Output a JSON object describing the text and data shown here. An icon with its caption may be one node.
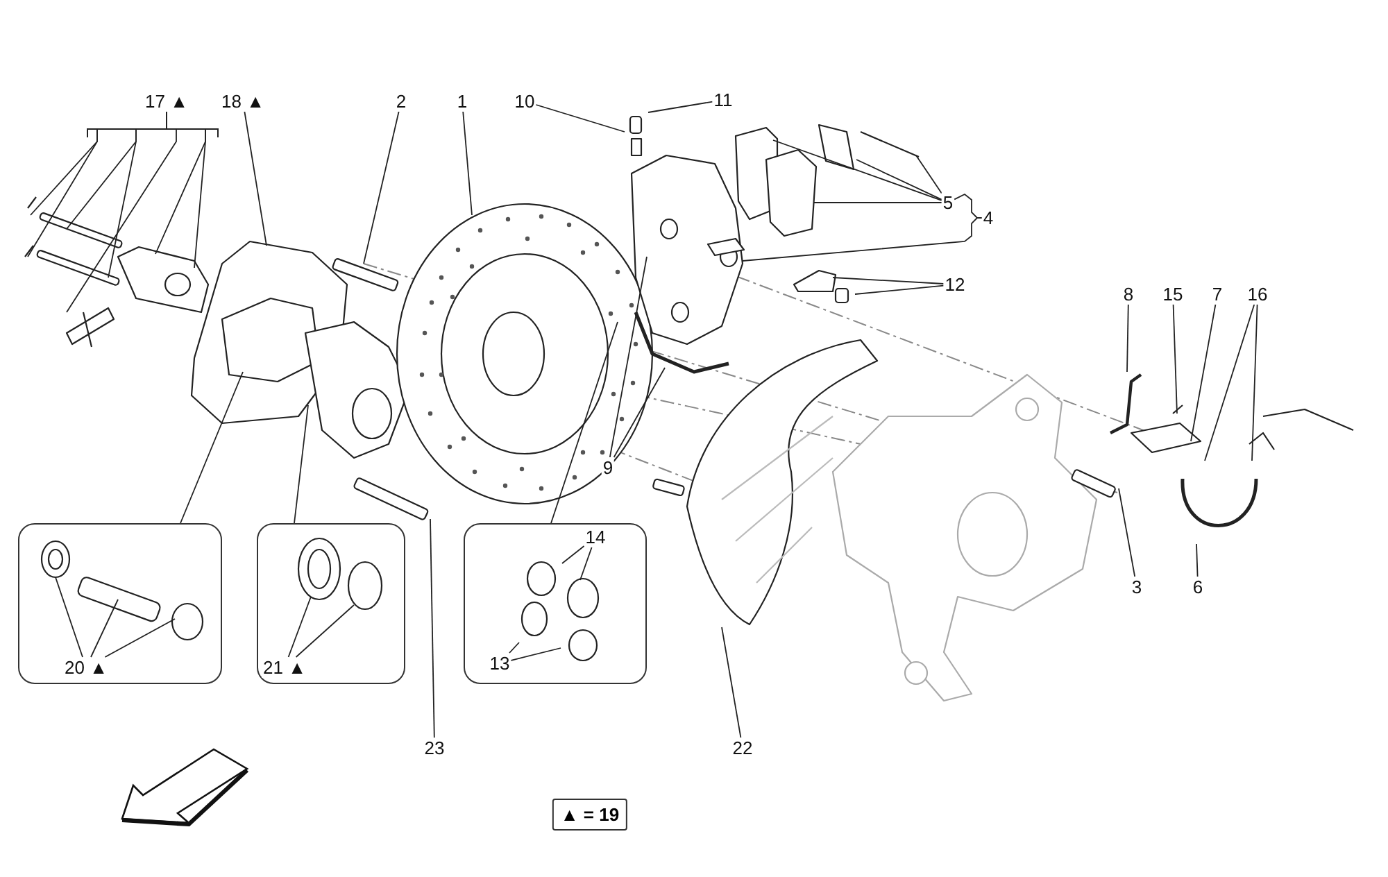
{
  "diagram": {
    "nodes": [
      {
        "text": [
          "17 ▲"
        ]
      },
      {
        "text": [
          "18 ▲"
        ]
      },
      {
        "text": [
          "2"
        ]
      },
      {
        "text": [
          "1"
        ]
      },
      {
        "text": [
          "10"
        ]
      },
      {
        "text": [
          "11"
        ]
      },
      {
        "text": [
          "5"
        ]
      },
      {
        "text": [
          "4"
        ]
      },
      {
        "text": [
          "12"
        ]
      },
      {
        "text": [
          "8"
        ]
      },
      {
        "text": [
          "15"
        ]
      },
      {
        "text": [
          "7"
        ]
      },
      {
        "text": [
          "16"
        ]
      },
      {
        "text": [
          "9"
        ]
      },
      {
        "text": [
          "3"
        ]
      },
      {
        "text": [
          "6"
        ]
      },
      {
        "text": [],
        "shape": "box"
      },
      {
        "text": [
          "20 ▲"
        ],
        "in": 16
      },
      {
        "text": [],
        "shape": "box"
      },
      {
        "text": [
          "21 ▲"
        ],
        "in": 18
      },
      {
        "text": [],
        "shape": "box"
      },
      {
        "text": [
          "14"
        ],
        "in": 20
      },
      {
        "text": [
          "13"
        ],
        "in": 20
      },
      {
        "text": [
          "23"
        ]
      },
      {
        "text": [
          "22"
        ]
      },
      {
        "text": [
          "▲ = 19"
        ]
      }
    ],
    "edges": [
      {
        "from": 0,
        "to": null,
        "arrow": "none"
      },
      {
        "from": 0,
        "to": null,
        "arrow": "none"
      },
      {
        "from": 0,
        "to": null,
        "arrow": "none"
      },
      {
        "from": 0,
        "to": null,
        "arrow": "none"
      },
      {
        "from": 0,
        "to": null,
        "arrow": "none"
      },
      {
        "from": 0,
        "to": null,
        "arrow": "none"
      },
      {
        "from": 0,
        "to": null,
        "arrow": "none"
      },
      {
        "from": 1,
        "to": null,
        "arrow": "none"
      },
      {
        "from": 2,
        "to": null,
        "arrow": "none"
      },
      {
        "from": 3,
        "to": null,
        "arrow": "none"
      },
      {
        "from": 4,
        "to": null,
        "arrow": "none"
      },
      {
        "from": 5,
        "to": null,
        "arrow": "none"
      },
      {
        "from": 6,
        "to": null,
        "arrow": "none"
      },
      {
        "from": 6,
        "to": null,
        "arrow": "none"
      },
      {
        "from": 6,
        "to": null,
        "arrow": "none"
      },
      {
        "from": 6,
        "to": null,
        "arrow": "none"
      },
      {
        "from": 7,
        "to": null,
        "arrow": "none"
      },
      {
        "from": 8,
        "to": null,
        "arrow": "none"
      },
      {
        "from": 8,
        "to": null,
        "arrow": "none"
      },
      {
        "from": 9,
        "to": null,
        "arrow": "none"
      },
      {
        "from": 10,
        "to": null,
        "arrow": "none"
      },
      {
        "from": 11,
        "to": null,
        "arrow": "none"
      },
      {
        "from": 12,
        "to": null,
        "arrow": "none"
      },
      {
        "from": 12,
        "to": null,
        "arrow": "none"
      },
      {
        "from": 13,
        "to": null,
        "arrow": "none"
      },
      {
        "from": 13,
        "to": null,
        "arrow": "none"
      },
      {
        "from": 14,
        "to": null,
        "arrow": "none"
      },
      {
        "from": 15,
        "to": null,
        "arrow": "none"
      },
      {
        "from": 16,
        "to": null,
        "arrow": "none"
      },
      {
        "from": 18,
        "to": null,
        "arrow": "none"
      },
      {
        "from": 20,
        "to": null,
        "arrow": "none"
      },
      {
        "from": 17,
        "to": null,
        "arrow": "none"
      },
      {
        "from": 17,
        "to": null,
        "arrow": "none"
      },
      {
        "from": 17,
        "to": null,
        "arrow": "none"
      },
      {
        "from": 19,
        "to": null,
        "arrow": "none"
      },
      {
        "from": 19,
        "to": null,
        "arrow": "none"
      },
      {
        "from": 21,
        "to": null,
        "arrow": "none"
      },
      {
        "from": 21,
        "to": null,
        "arrow": "none"
      },
      {
        "from": 22,
        "to": null,
        "arrow": "none"
      },
      {
        "from": 22,
        "to": null,
        "arrow": "none"
      },
      {
        "from": 23,
        "to": null,
        "arrow": "none"
      },
      {
        "from": 24,
        "to": null,
        "arrow": "none"
      },
      {
        "from": 7,
        "to": 6,
        "arrow": "none"
      }
    ]
  }
}
